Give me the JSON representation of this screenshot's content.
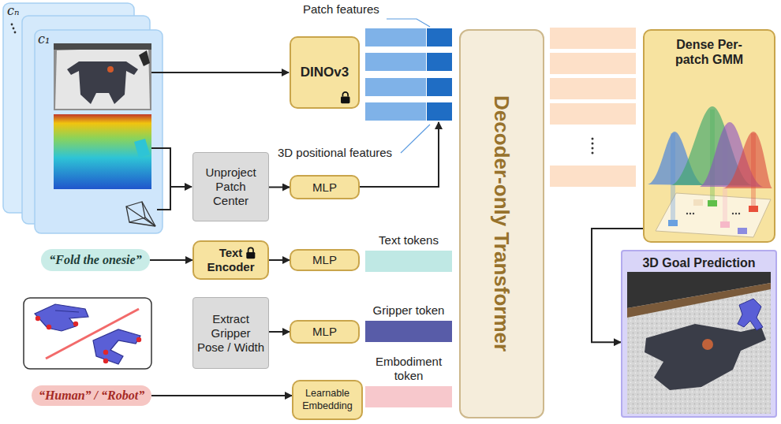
{
  "diagram": {
    "nodes": [
      {
        "text": [
          "DINOv3"
        ]
      },
      {
        "text": [
          "Unproject Patch Center"
        ]
      },
      {
        "text": [
          "MLP"
        ]
      },
      {
        "text": [
          "“Fold the onesie”"
        ]
      },
      {
        "text": [
          "Text Encoder"
        ]
      },
      {
        "text": [
          "MLP"
        ]
      },
      {
        "text": [
          "Text tokens"
        ]
      },
      {
        "text": [
          "Extract Gripper Pose / Width"
        ]
      },
      {
        "text": [
          "MLP"
        ]
      },
      {
        "text": [
          "Gripper token"
        ]
      },
      {
        "text": [
          "“Human” / “Robot”"
        ]
      },
      {
        "text": [
          "Learnable Embedding"
        ]
      },
      {
        "text": [
          "Embodiment token"
        ]
      },
      {
        "text": [
          "Decoder-only Transformer"
        ]
      },
      {
        "text": [
          "Dense Per-patch GMM"
        ]
      },
      {
        "text": [
          "3D Goal Prediction"
        ]
      }
    ],
    "edges": [
      {
        "from": 1,
        "to": 2,
        "arrow": "to"
      },
      {
        "from": 3,
        "to": 4,
        "arrow": "to"
      },
      {
        "from": 4,
        "to": 5,
        "arrow": "to"
      },
      {
        "from": 7,
        "to": 8,
        "arrow": "to"
      },
      {
        "from": 10,
        "to": 11,
        "arrow": "to"
      },
      {
        "from": 14,
        "to": 15,
        "arrow": "to"
      }
    ],
    "labels": [
      "cₙ",
      "c₁",
      "Patch features",
      "3D positional features"
    ]
  }
}
